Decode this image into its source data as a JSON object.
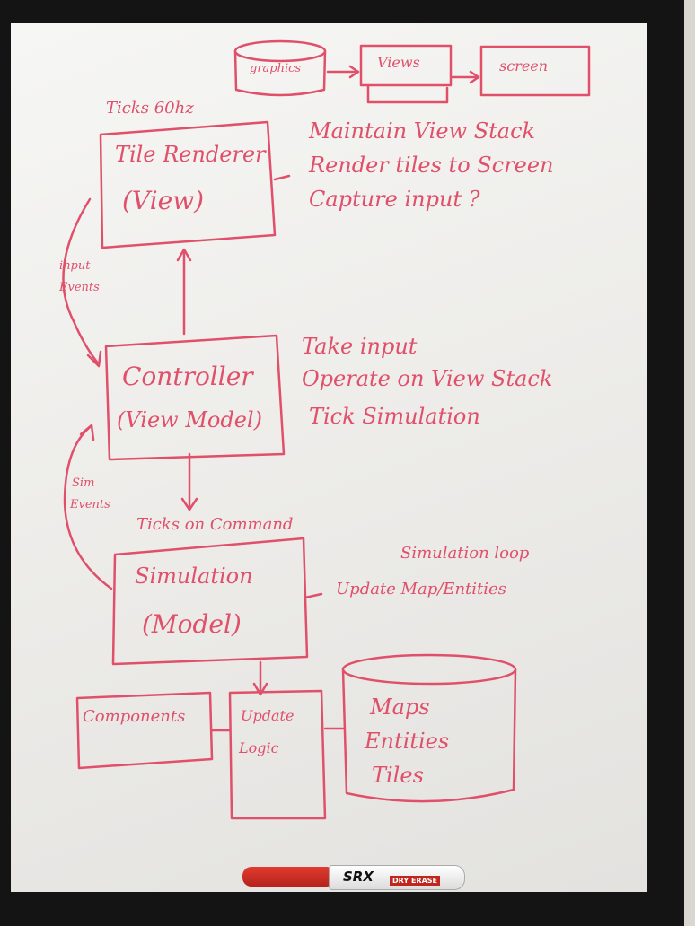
{
  "board": {
    "top_boxes": {
      "graphics": "graphics",
      "views": "Views",
      "screen": "screen"
    },
    "ticks_60": "Ticks 60hz",
    "tile_renderer": {
      "line1": "Tile Renderer",
      "line2": "(View)"
    },
    "tile_notes": [
      "Maintain View Stack",
      "Render tiles to Screen",
      "Capture input ?"
    ],
    "input_events": [
      "input",
      "Events"
    ],
    "controller": {
      "line1": "Controller",
      "line2": "(View Model)"
    },
    "controller_notes": [
      "Take input",
      "Operate on View Stack",
      "Tick Simulation"
    ],
    "sim_events": [
      "Sim",
      "Events"
    ],
    "ticks_on_command": "Ticks on Command",
    "simulation": {
      "line1": "Simulation",
      "line2": "(Model)"
    },
    "simulation_notes": [
      "Simulation loop",
      "Update Map/Entities"
    ],
    "components": "Components",
    "update_logic": [
      "Update",
      "Logic"
    ],
    "store": [
      "Maps",
      "Entities",
      "Tiles"
    ]
  },
  "marker": {
    "brand": "SRX",
    "label": "DRY ERASE"
  },
  "colors": {
    "ink": "#e0506a",
    "frame": "#141414",
    "board": "#f4f4f2"
  }
}
